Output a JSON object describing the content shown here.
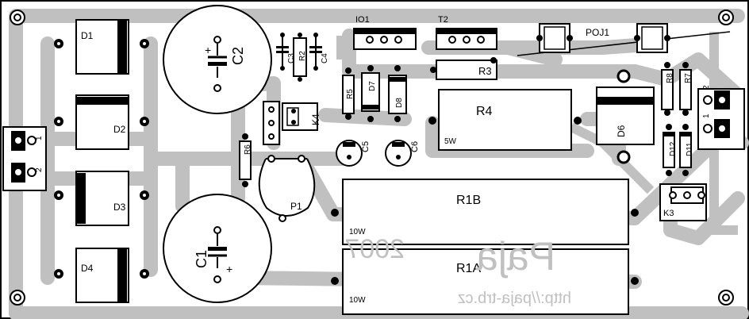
{
  "labels": {
    "d1": "D1",
    "d2": "D2",
    "d3": "D3",
    "d4": "D4",
    "c1": "C1",
    "c2": "C2",
    "c3": "C3",
    "c4": "C4",
    "c5": "C5",
    "c6": "C6",
    "r1a": "R1A",
    "r1b": "R1B",
    "r2": "R2",
    "r3": "R3",
    "r4": "R4",
    "r5": "R5",
    "r6": "R6",
    "r7": "R7",
    "r8": "R8",
    "d6": "D6",
    "d7": "D7",
    "d8": "D8",
    "d11": "D11",
    "d12": "D12",
    "io1": "IO1",
    "t2": "T2",
    "poj1": "POJ1",
    "p1": "P1",
    "k3": "K3",
    "k4": "K4",
    "w5": "5W",
    "w10a": "10W",
    "w10b": "10W",
    "pin1": "1",
    "pin2": "2",
    "pin1r": "1",
    "pin2r": "2",
    "plus": "+"
  },
  "mirrored_text": {
    "brand": "Paja",
    "year": "2007",
    "url": "http://paja-trb.cz"
  },
  "colors": {
    "trace": "#c0c0c0",
    "ink": "#000000",
    "background": "#ffffff"
  }
}
